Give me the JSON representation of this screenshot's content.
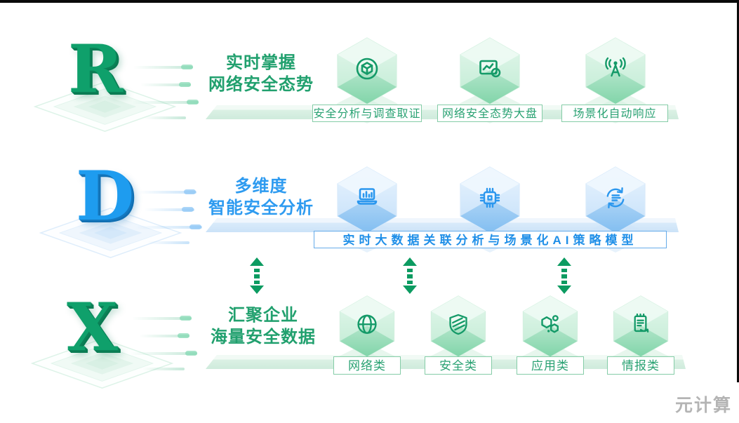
{
  "watermark": {
    "text": "元计算"
  },
  "colors": {
    "green_accent": "#21A06E",
    "blue_accent": "#2E9BF0",
    "letter_green": "#0FA06B",
    "letter_blue": "#1E9CEF",
    "arrow_green": "#0C9B61",
    "label_border_green": "#85CCA7",
    "label_border_blue": "#66ABE9"
  },
  "rows": [
    {
      "letter": "R",
      "title_line1": "实时掌握",
      "title_line2": "网络安全态势",
      "items": [
        {
          "icon": "cube-icon",
          "label": "安全分析与调查取证"
        },
        {
          "icon": "dashboard-icon",
          "label": "网络安全态势大盘"
        },
        {
          "icon": "antenna-icon",
          "label": "场景化自动响应"
        }
      ]
    },
    {
      "letter": "D",
      "title_line1": "多维度",
      "title_line2": "智能安全分析",
      "bar_label": "实时大数据关联分析与场景化AI策略模型",
      "items": [
        {
          "icon": "laptop-chart-icon"
        },
        {
          "icon": "cpu-icon"
        },
        {
          "icon": "sync-icon"
        }
      ]
    },
    {
      "letter": "X",
      "title_line1": "汇聚企业",
      "title_line2": "海量安全数据",
      "items": [
        {
          "icon": "globe-icon",
          "label": "网络类"
        },
        {
          "icon": "shield-icon",
          "label": "安全类"
        },
        {
          "icon": "molecule-icon",
          "label": "应用类"
        },
        {
          "icon": "clipboard-icon",
          "label": "情报类"
        }
      ]
    }
  ]
}
